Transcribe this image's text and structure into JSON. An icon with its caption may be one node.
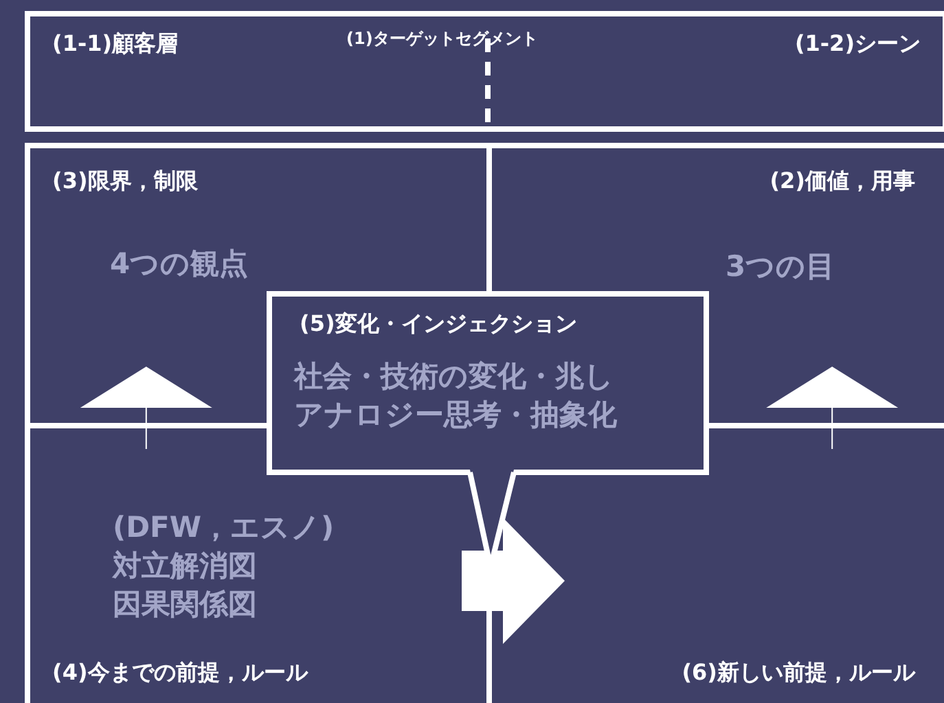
{
  "diagram": {
    "nodes": [
      {
        "text": [
          "(1)ターゲットセグメント"
        ]
      },
      {
        "text": [
          "(1-1)顧客層"
        ],
        "in": 0
      },
      {
        "text": [
          "(1-2)シーン"
        ],
        "in": 0
      },
      {
        "text": [
          "(3)限界，制限",
          "4つの観点"
        ]
      },
      {
        "text": [
          "(2)価値，用事",
          "3つの目"
        ]
      },
      {
        "text": [
          "(DFW，エスノ)",
          "対立解消図",
          "因果関係図",
          "(4)今までの前提，ルール"
        ]
      },
      {
        "text": [
          "(6)新しい前提，ルール"
        ]
      },
      {
        "text": [
          "(5)変化・インジェクション",
          "社会・技術の変化・兆しアナロジー思考・抽象化"
        ]
      }
    ],
    "edges": [
      {
        "from": 5,
        "to": 3,
        "arrow": "to"
      },
      {
        "from": 6,
        "to": 4,
        "arrow": "to"
      },
      {
        "from": 5,
        "to": 6,
        "arrow": "to",
        "style": "thick"
      }
    ]
  }
}
